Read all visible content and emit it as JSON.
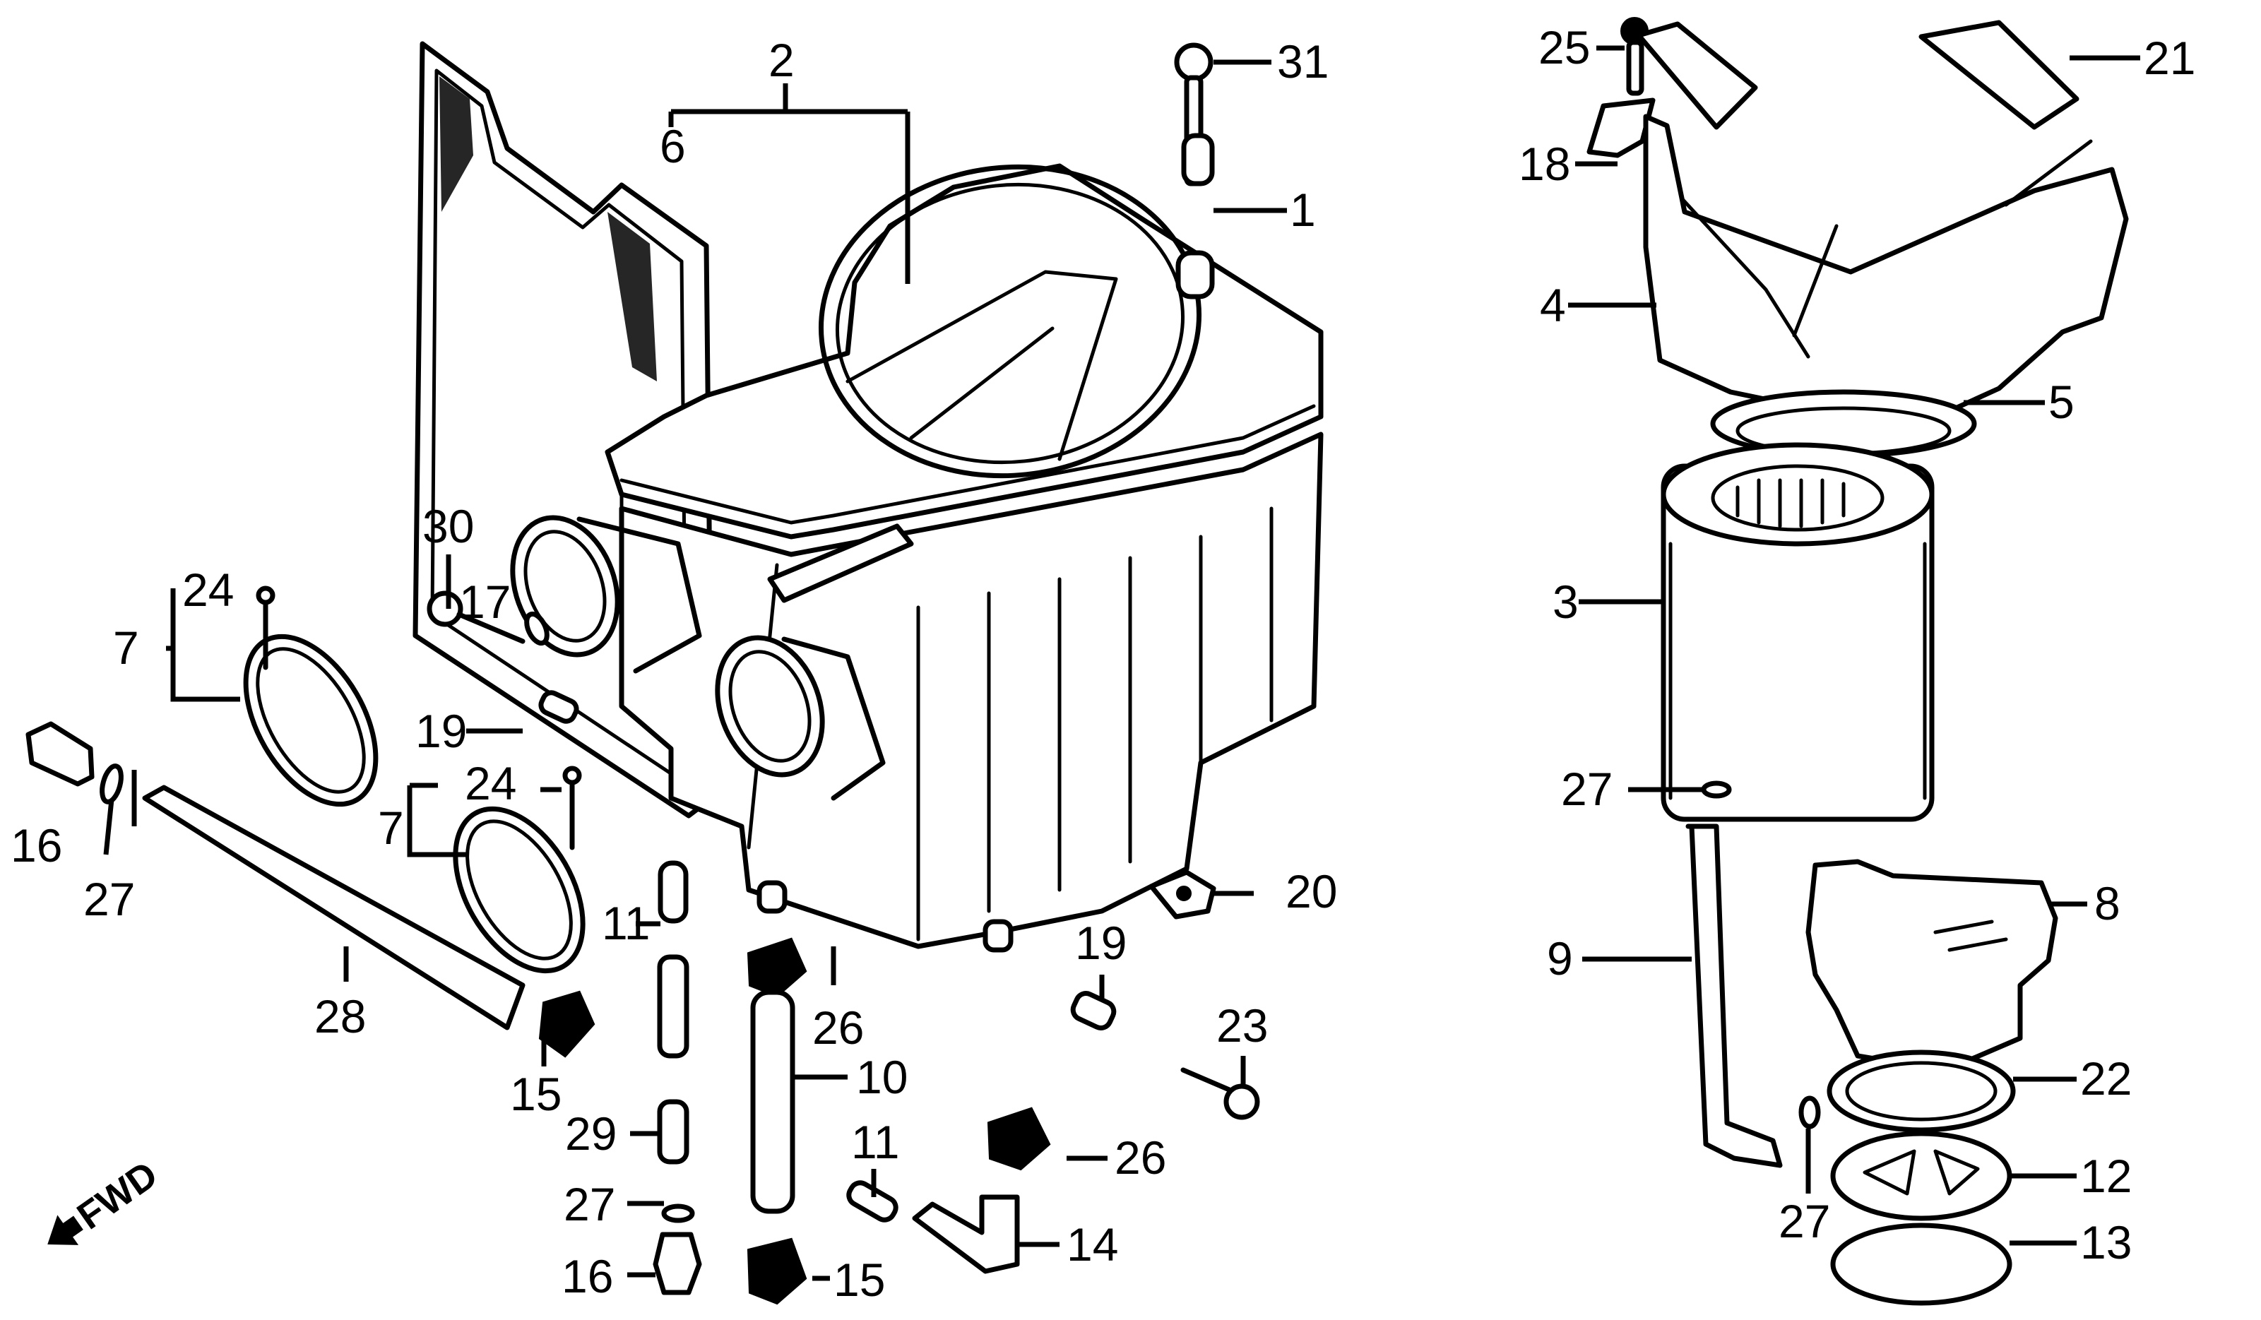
{
  "diagram": {
    "type": "exploded parts diagram",
    "subject": "Air cleaner assembly",
    "direction_indicator": {
      "label": "FWD",
      "icon": "arrow-down-left-icon"
    },
    "callouts": [
      {
        "id": "c2",
        "label": "2"
      },
      {
        "id": "c6",
        "label": "6"
      },
      {
        "id": "c31",
        "label": "31"
      },
      {
        "id": "c1",
        "label": "1"
      },
      {
        "id": "c25",
        "label": "25"
      },
      {
        "id": "c21",
        "label": "21"
      },
      {
        "id": "c18",
        "label": "18"
      },
      {
        "id": "c4",
        "label": "4"
      },
      {
        "id": "c5",
        "label": "5"
      },
      {
        "id": "c3",
        "label": "3"
      },
      {
        "id": "c30",
        "label": "30"
      },
      {
        "id": "c17",
        "label": "17"
      },
      {
        "id": "c19a",
        "label": "19"
      },
      {
        "id": "c24a",
        "label": "24"
      },
      {
        "id": "c7a",
        "label": "7"
      },
      {
        "id": "c24b",
        "label": "24"
      },
      {
        "id": "c7b",
        "label": "7"
      },
      {
        "id": "c16a",
        "label": "16"
      },
      {
        "id": "c27a",
        "label": "27"
      },
      {
        "id": "c11a",
        "label": "11"
      },
      {
        "id": "c20",
        "label": "20"
      },
      {
        "id": "c28",
        "label": "28"
      },
      {
        "id": "c15a",
        "label": "15"
      },
      {
        "id": "c26a",
        "label": "26"
      },
      {
        "id": "c19b",
        "label": "19"
      },
      {
        "id": "c23",
        "label": "23"
      },
      {
        "id": "c10",
        "label": "10"
      },
      {
        "id": "c29",
        "label": "29"
      },
      {
        "id": "c26b",
        "label": "26"
      },
      {
        "id": "c11b",
        "label": "11"
      },
      {
        "id": "c27b",
        "label": "27"
      },
      {
        "id": "c14",
        "label": "14"
      },
      {
        "id": "c16b",
        "label": "16"
      },
      {
        "id": "c15b",
        "label": "15"
      },
      {
        "id": "c27c",
        "label": "27"
      },
      {
        "id": "c8",
        "label": "8"
      },
      {
        "id": "c9",
        "label": "9"
      },
      {
        "id": "c22",
        "label": "22"
      },
      {
        "id": "c27d",
        "label": "27"
      },
      {
        "id": "c12",
        "label": "12"
      },
      {
        "id": "c13",
        "label": "13"
      }
    ]
  }
}
